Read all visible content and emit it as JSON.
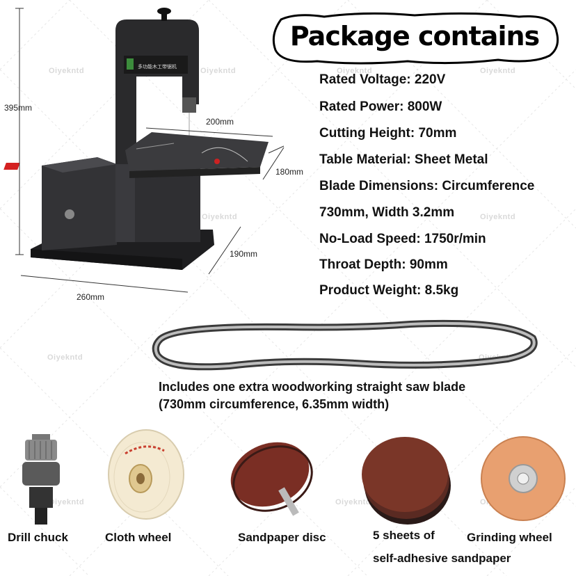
{
  "watermark": "Oiyekntd",
  "title": "Package contains",
  "machine": {
    "panel_text": "多功能木工带锯机",
    "dimensions": {
      "height": "395mm",
      "table_width": "200mm",
      "table_depth": "180mm",
      "base_depth": "190mm",
      "base_width": "260mm"
    }
  },
  "specs": [
    "Rated Voltage: 220V",
    "Rated Power: 800W",
    "Cutting Height: 70mm",
    "Table Material: Sheet Metal",
    "Blade Dimensions: Circumference",
    "730mm, Width 3.2mm",
    "No-Load Speed: 1750r/min",
    "Throat Depth: 90mm",
    "Product Weight: 8.5kg"
  ],
  "blade_note": {
    "line1": "Includes one extra woodworking straight saw blade",
    "line2": "(730mm circumference, 6.35mm width)"
  },
  "accessories": {
    "drill_chuck": "Drill chuck",
    "cloth_wheel": "Cloth wheel",
    "sandpaper_disc": "Sandpaper disc",
    "sheets_line1": "5 sheets of",
    "sheets_line2": "self-adhesive sandpaper",
    "grinding_wheel": "Grinding wheel"
  },
  "colors": {
    "machine_body": "#2a2a2c",
    "switch_red": "#d42020",
    "sandpaper": "#7a2e24",
    "grinding_wheel": "#e8a070",
    "cloth_wheel": "#f4ead2"
  }
}
